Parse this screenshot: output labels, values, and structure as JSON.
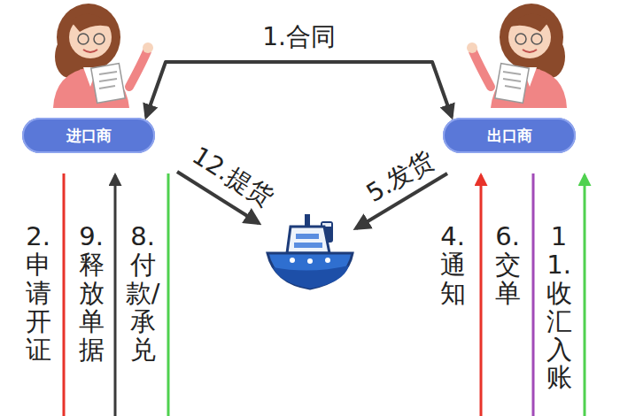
{
  "diagram": {
    "nodes": [
      {
        "text": [
          "进口商"
        ]
      },
      {
        "text": [
          "出口商"
        ]
      }
    ],
    "edges": [
      {
        "from": 0,
        "to": 1,
        "label": "1.合同",
        "arrow": "both"
      }
    ],
    "labels": [
      "12.提货",
      "5.发货",
      "2. 申请开证",
      "9. 释放单据",
      "8. 付款/承兑",
      "4. 通知",
      "6. 交单",
      "11. 收汇入账"
    ]
  }
}
